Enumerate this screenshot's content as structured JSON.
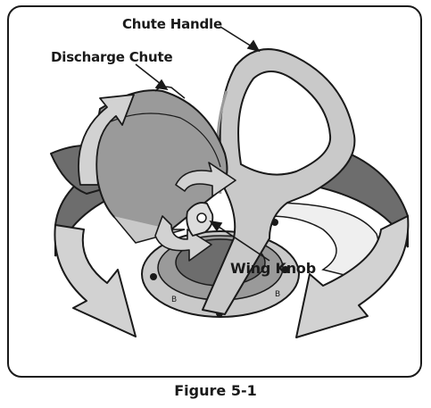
{
  "figure": {
    "caption": "Figure 5-1",
    "callouts": {
      "chute_handle": "Chute Handle",
      "discharge_chute": "Discharge Chute",
      "wing_knob": "Wing Knob"
    }
  },
  "parts": {
    "chute_handle": "chute-handle",
    "discharge_chute": "discharge-chute",
    "wing_knob": "wing-knob",
    "base_plate": "chute-base-plate",
    "rotation_arrows": "rotation-arrows"
  },
  "colors": {
    "outline": "#1a1a1a",
    "dark_gray": "#6d6d6d",
    "mid_gray": "#9a9a9a",
    "light_gray": "#c9c9c9",
    "pale_gray": "#dcdcdc",
    "arrow_fill": "#d2d2d2"
  }
}
